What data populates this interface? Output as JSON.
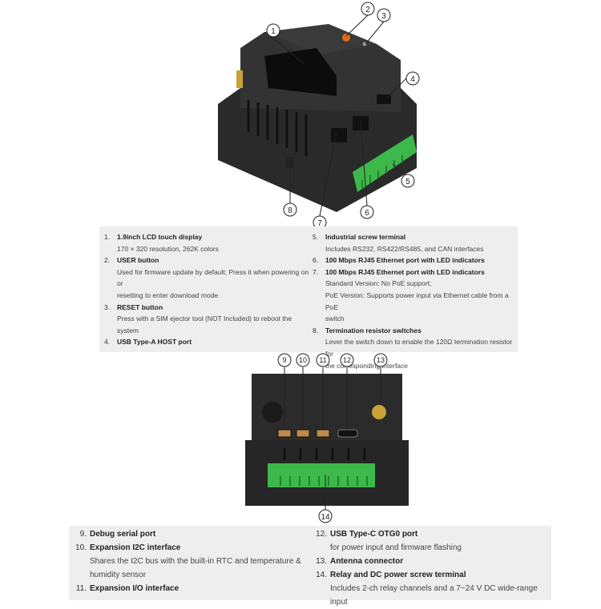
{
  "callouts_top": [
    "1",
    "2",
    "3",
    "4",
    "5",
    "6",
    "7",
    "8"
  ],
  "callouts_bottom": [
    "9",
    "10",
    "11",
    "12",
    "13",
    "14"
  ],
  "features_top_left": [
    {
      "num": "1.",
      "title": "1.9inch LCD touch display",
      "desc": [
        "170 × 320 resolution, 262K colors"
      ]
    },
    {
      "num": "2.",
      "title": "USER button",
      "desc": [
        "Used for firmware update by default; Press it when powering on or",
        "resetting to enter download mode"
      ]
    },
    {
      "num": "3.",
      "title": "RESET button",
      "desc": [
        "Press with a SIM ejector tool (NOT Included) to reboot the system"
      ]
    },
    {
      "num": "4.",
      "title": "USB Type-A HOST port",
      "desc": []
    }
  ],
  "features_top_right": [
    {
      "num": "5.",
      "title": "Industrial screw terminal",
      "desc": [
        "Includes RS232, RS422/RS485, and CAN interfaces"
      ]
    },
    {
      "num": "6.",
      "title": "100 Mbps RJ45 Ethernet port with LED indicators",
      "desc": []
    },
    {
      "num": "7.",
      "title": "100 Mbps RJ45 Ethernet port with LED indicators",
      "desc": [
        "Standard Version: No PoE support;",
        "PoE Version: Supports power input via Ethernet cable from a PoE",
        "switch"
      ]
    },
    {
      "num": "8.",
      "title": "Termination resistor switches",
      "desc": [
        "Lever the switch down to enable the 120Ω termination resistor for",
        "the corresponding interface"
      ]
    }
  ],
  "features_bottom_left": [
    {
      "num": "9.",
      "title": "Debug serial port",
      "desc": []
    },
    {
      "num": "10.",
      "title": "Expansion I2C interface",
      "desc": [
        "Shares the I2C bus with the built-in RTC and temperature &",
        "humidity sensor"
      ]
    },
    {
      "num": "11.",
      "title": "Expansion I/O interface",
      "desc": []
    }
  ],
  "features_bottom_right": [
    {
      "num": "12.",
      "title": "USB Type-C OTG0 port",
      "desc": [
        "for power input and firmware flashing"
      ]
    },
    {
      "num": "13.",
      "title": "Antenna connector",
      "desc": []
    },
    {
      "num": "14.",
      "title": "Relay and DC power screw terminal",
      "desc": [
        "Includes 2-ch relay channels and a 7~24 V DC wide-range input"
      ]
    }
  ],
  "colors": {
    "device": "#2b2b2b",
    "terminal": "#3db84a",
    "antenna": "#c9a23a",
    "panel": "#eeeeee"
  }
}
